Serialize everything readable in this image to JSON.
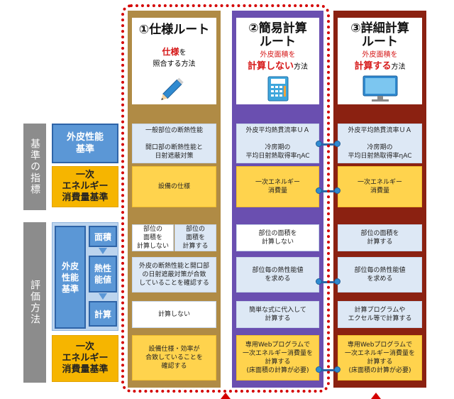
{
  "side_labels": {
    "kijun": "基準の指標",
    "hyoka": "評価方法"
  },
  "left": {
    "gaihi_kijun": "外皮性能\n基準",
    "ichiji_kijun": "一次\nエネルギー\n消費量基準",
    "gaihi_seino_kijun": "外皮\n性能\n基準",
    "menseki": "面積",
    "netsuseino": "熱性\n能値",
    "keisan": "計算",
    "ichiji_kijun2": "一次\nエネルギー\n消費量基準"
  },
  "routes": [
    {
      "title": "①仕様ルート",
      "sub_pre": "",
      "emph": "仕様",
      "emph2": "を",
      "sub_post": "照合する方法",
      "line2_emph": ""
    },
    {
      "title": "②簡易計算\nルート",
      "sub_pre": "外皮面積を",
      "emph": "計算しない",
      "sub_post": "方法"
    },
    {
      "title": "③詳細計算\nルート",
      "sub_pre": "外皮面積を",
      "emph": "計算する",
      "sub_post": "方法"
    }
  ],
  "col1": {
    "r1": "一般部位の断熱性能\n\n開口部の断熱性能と\n日射遮蔽対策",
    "r2": "設備の仕様",
    "r3a": "部位の\n面積を\n計算しない",
    "r3b": "部位の\n面積を\n計算する",
    "r4": "外皮の断熱性能と開口部\nの日射遮蔽対策が合致\nしていることを確認する",
    "r5": "計算しない",
    "r6": "設備仕様・効率が\n合致していることを\n確認する"
  },
  "col2": {
    "r1": "外皮平均熱貫流率ＵＡ\n\n冷房期の\n平均日射熱取得率ηAC",
    "r2": "一次エネルギー\n消費量",
    "r3": "部位の面積を\n計算しない",
    "r4": "部位毎の熱性能値\nを求める",
    "r5": "簡単な式に代入して\n計算する",
    "r6": "専用Webプログラムで\n一次エネルギー消費量を\n計算する\n(床面積の計算が必要)"
  },
  "col3": {
    "r1": "外皮平均熱貫流率ＵＡ\n\n冷房期の\n平均日射熱取得率ηAC",
    "r2": "一次エネルギー\n消費量",
    "r3": "部位の面積を\n計算する",
    "r4": "部位毎の熱性能値\nを求める",
    "r5": "計算プログラムや\nエクセル等で計算する",
    "r6": "専用Webプログラムで\n一次エネルギー消費量を\n計算する\n(床面積の計算が必要)"
  },
  "colors": {
    "col1": "#b08b45",
    "col2": "#6a4fb0",
    "col3": "#8b2111",
    "red_dash": "#d40000"
  },
  "icons": [
    "pencil-icon",
    "calculator-icon",
    "computer-monitor-icon"
  ]
}
